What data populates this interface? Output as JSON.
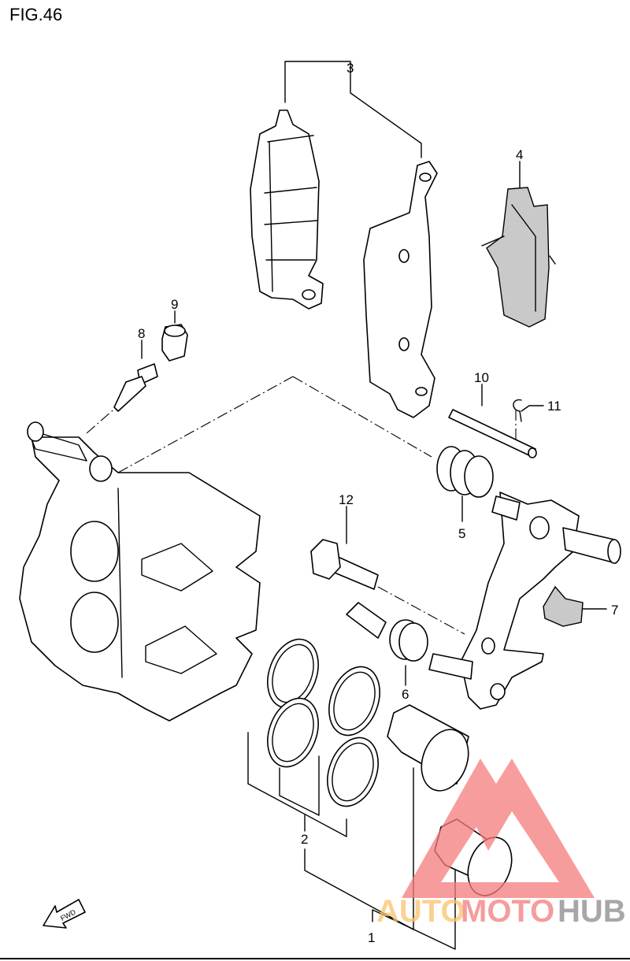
{
  "figure": {
    "title": "FIG.46"
  },
  "callouts": {
    "c1": "1",
    "c2": "2",
    "c3": "3",
    "c4": "4",
    "c5": "5",
    "c6": "6",
    "c7": "7",
    "c8": "8",
    "c9": "9",
    "c10": "10",
    "c11": "11",
    "c12": "12"
  },
  "fwd_arrow": {
    "label": "FWD"
  },
  "watermark": {
    "part1": "AUTO",
    "part2": "MOTO",
    "part3": "HUB",
    "colors": {
      "auto": "#f9c46b",
      "moto": "#f47c7c",
      "hub": "#8a8a8a",
      "triangle": "#f47c7c"
    }
  }
}
